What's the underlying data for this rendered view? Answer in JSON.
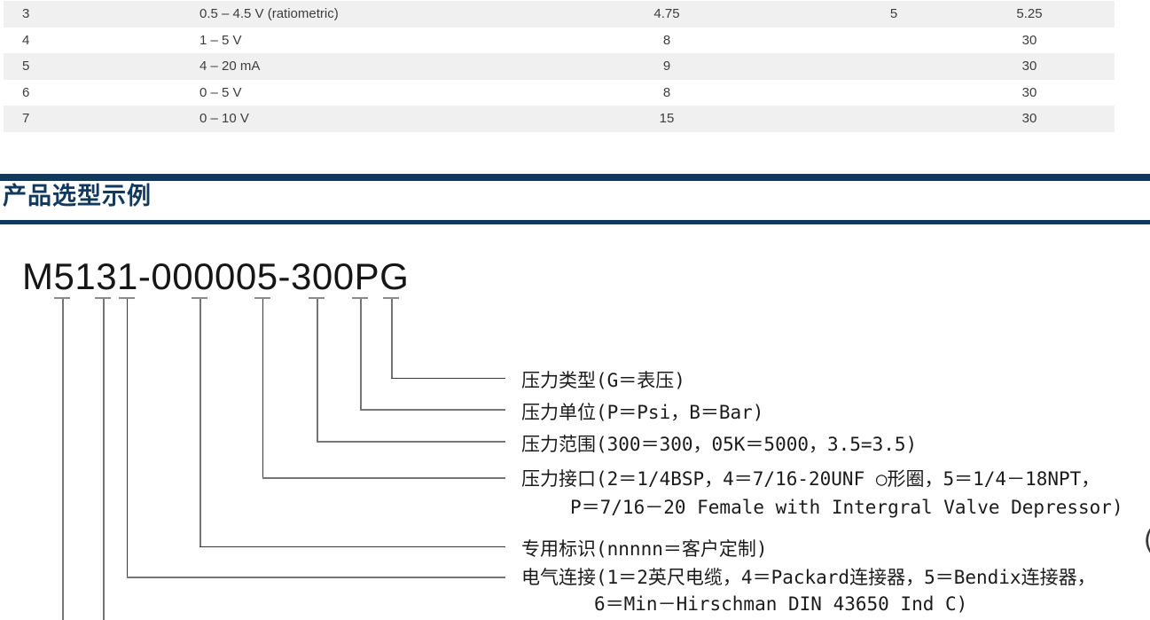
{
  "colors": {
    "accent_navy": "#11385f",
    "row_stripe": "#f0f0f0",
    "table_text": "#3d3d3d",
    "body_text": "#1b1b1b",
    "leader_line_gray": "#757575",
    "leader_line_dark": "#3a3a3a"
  },
  "spec_table": {
    "rows": [
      {
        "code": "3",
        "output": "0.5 – 4.5 V (ratiometric)",
        "min": "4.75",
        "typ": "5",
        "max": "5.25"
      },
      {
        "code": "4",
        "output": "1 – 5 V",
        "min": "8",
        "typ": "",
        "max": "30"
      },
      {
        "code": "5",
        "output": "4 – 20 mA",
        "min": "9",
        "typ": "",
        "max": "30"
      },
      {
        "code": "6",
        "output": "0 – 5 V",
        "min": "8",
        "typ": "",
        "max": "30"
      },
      {
        "code": "7",
        "output": "0 – 10 V",
        "min": "15",
        "typ": "",
        "max": "30"
      }
    ]
  },
  "section": {
    "title": "产品选型示例"
  },
  "part_number": {
    "value": "M5131-000005-300PG"
  },
  "legend": {
    "items": [
      {
        "label": "压力类型(G＝表压)"
      },
      {
        "label": "压力单位(P＝Psi，B＝Bar)"
      },
      {
        "label": "压力范围(300＝300，05K＝5000，3.5=3.5)"
      },
      {
        "label": "压力接口(2＝1/4BSP，4＝7/16-20UNF ○形圈，5＝1/4－18NPT，",
        "label_line2": "P＝7/16－20 Female with Intergral Valve Depressor)"
      },
      {
        "label": "专用标识(nnnnn＝客户定制)"
      },
      {
        "label": "电气连接(1＝2英尺电缆，4＝Packard连接器，5＝Bendix连接器，",
        "label_line2": "6＝Min－Hirschman DIN 43650 Ind C)"
      }
    ]
  },
  "stray": {
    "partial_paren": "("
  }
}
